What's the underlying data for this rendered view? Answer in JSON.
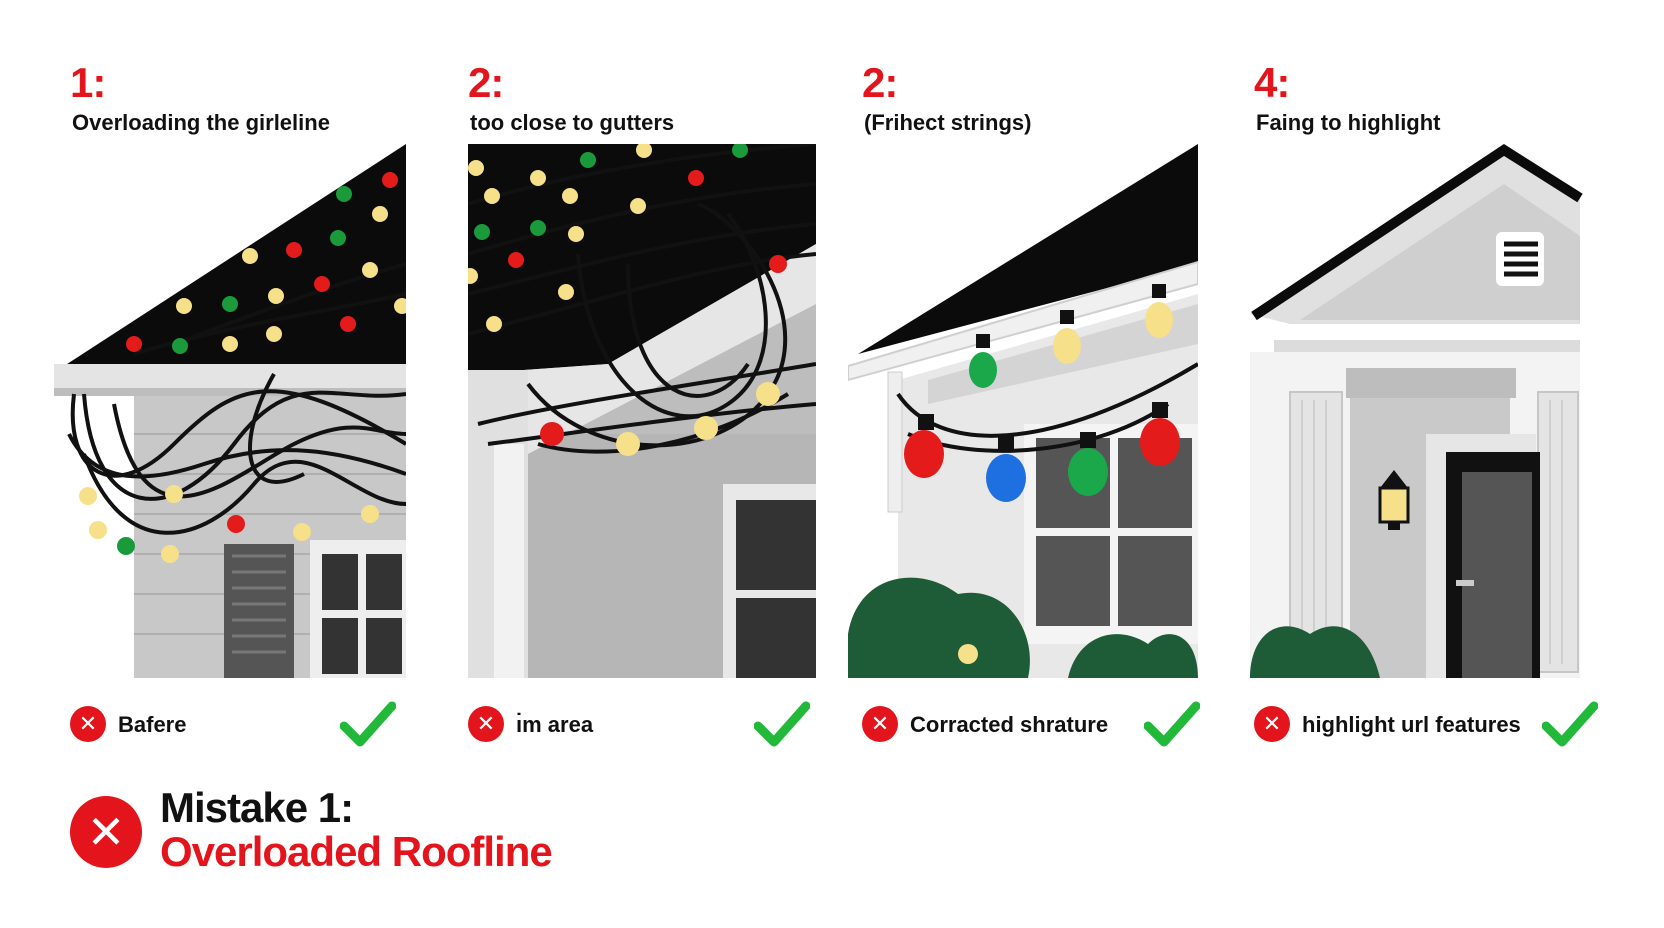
{
  "panels": [
    {
      "number": "1:",
      "caption": "Overloading the girleline",
      "footer": "Bafere"
    },
    {
      "number": "2:",
      "caption": "too close to gutters",
      "footer": "ı̇m area"
    },
    {
      "number": "2:",
      "caption": "(Frihect strings)",
      "footer": "Corracted shrature"
    },
    {
      "number": "4:",
      "caption": "Faing to highlight",
      "footer": "highlight url features"
    }
  ],
  "bottom": {
    "title": "Mistake 1:",
    "subtitle": "Overloaded Roofline"
  },
  "colors": {
    "accent_red": "#e3141c",
    "check_green": "#22b83a",
    "bulb_red": "#e31b1b",
    "bulb_green": "#1a9a3a",
    "bulb_blue": "#1e6fe0",
    "bulb_warm": "#f6e08a"
  },
  "icons": {
    "fail": "x-icon",
    "pass": "checkmark-icon"
  }
}
